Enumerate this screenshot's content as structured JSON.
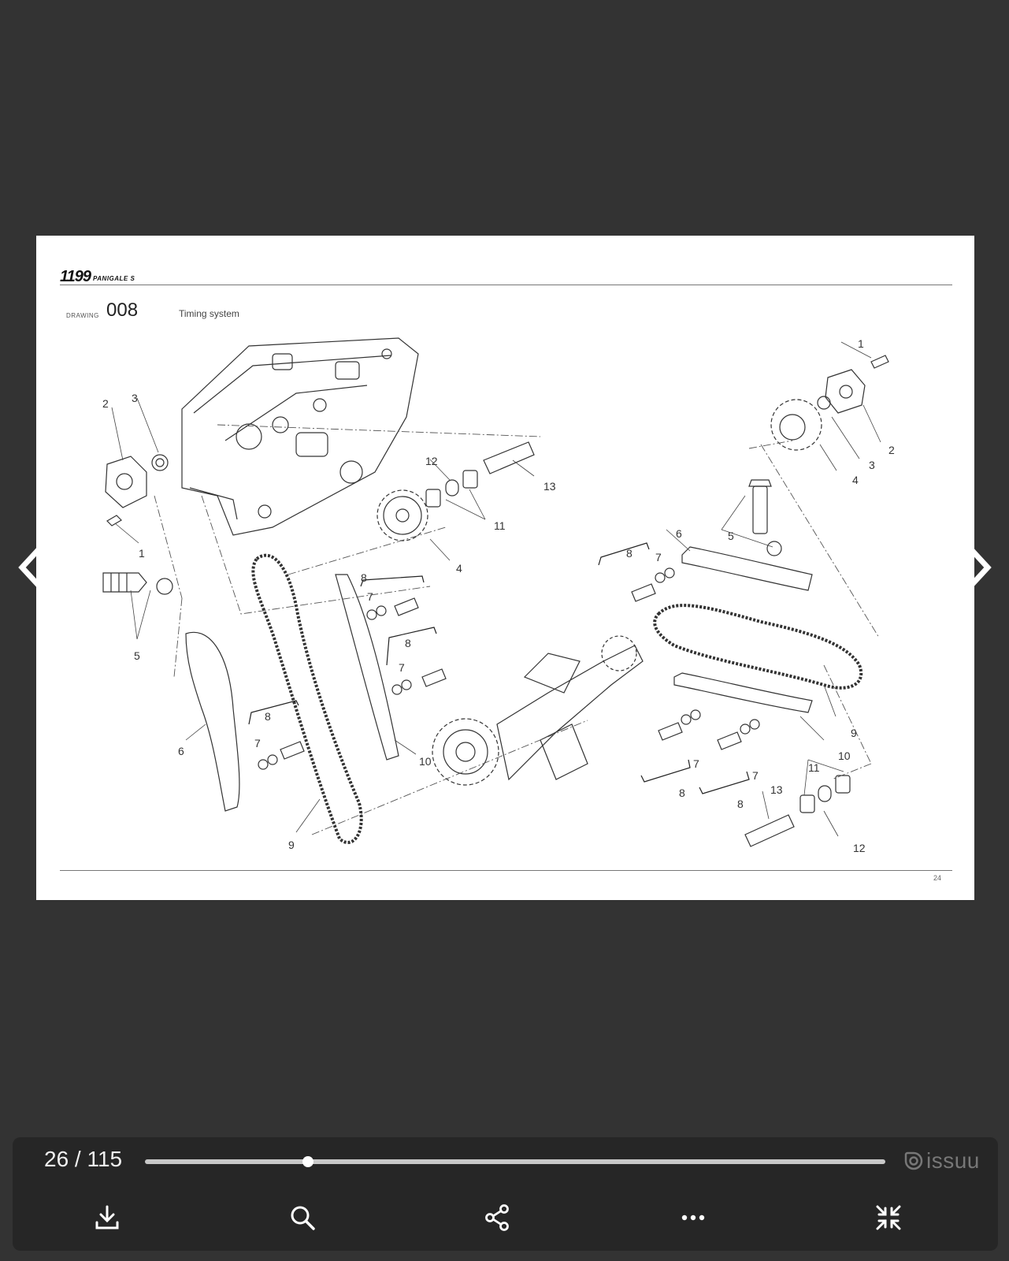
{
  "document": {
    "brand_number": "1199",
    "brand_model": "PANIGALE S",
    "drawing_label": "DRAWING",
    "drawing_number": "008",
    "drawing_title": "Timing system",
    "page_number": "24",
    "callouts": {
      "c1": "1",
      "c2": "2",
      "c3": "3",
      "c4": "4",
      "c5": "5",
      "c6": "6",
      "c7": "7",
      "c8": "8",
      "c9": "9",
      "c10": "10",
      "c11": "11",
      "c12": "12",
      "c13": "13"
    }
  },
  "viewer": {
    "page_indicator": "26 / 115",
    "progress": 0.22,
    "logo_text": "issuu",
    "icons": {
      "prev": "chevron-left-icon",
      "next": "chevron-right-icon",
      "download": "download-icon",
      "search": "search-icon",
      "share": "share-icon",
      "more": "more-icon",
      "fullscreen": "collapse-icon"
    }
  }
}
